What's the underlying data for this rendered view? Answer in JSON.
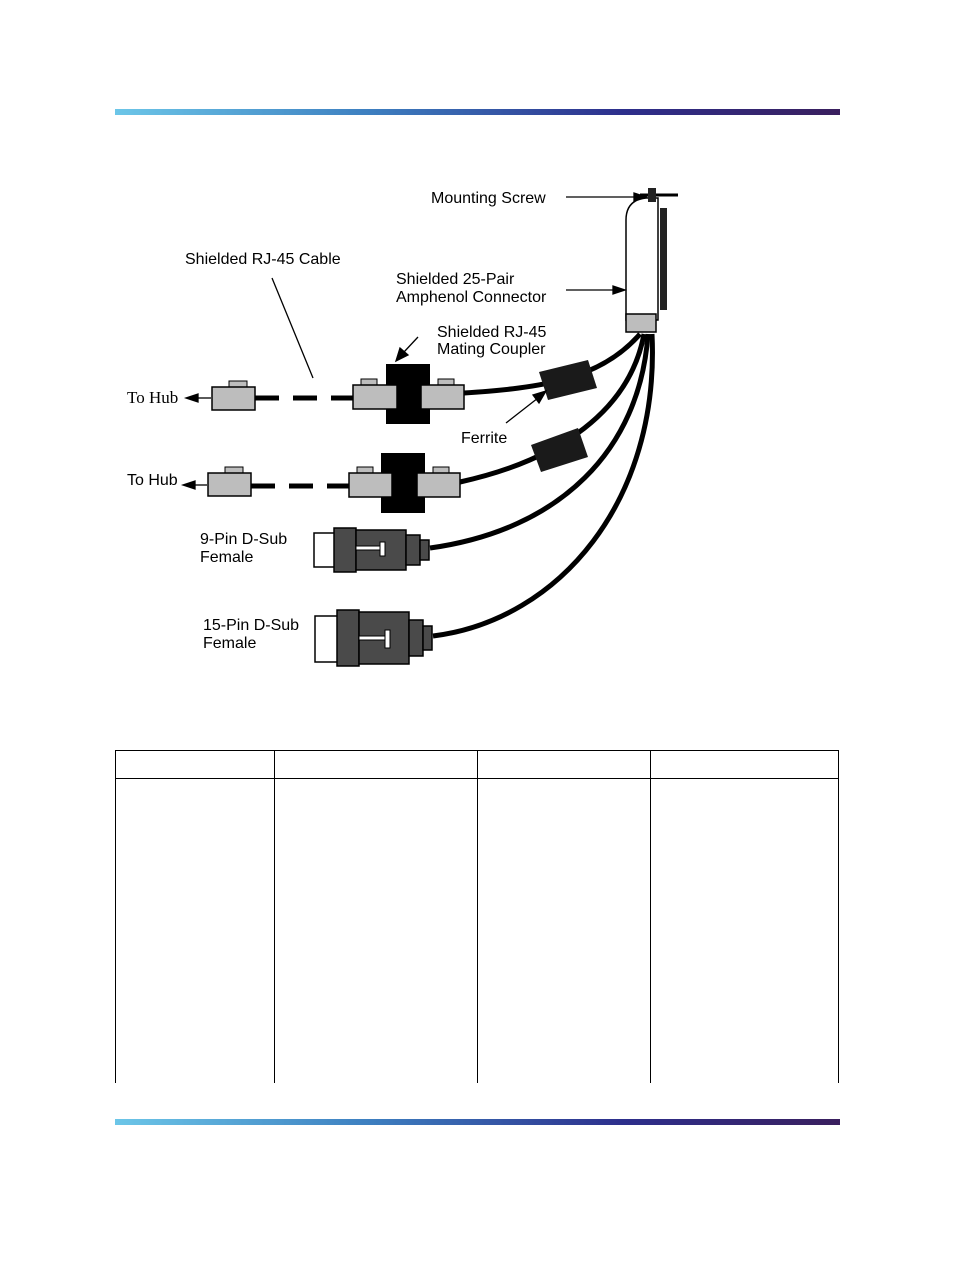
{
  "figure": {
    "labels": {
      "mounting_screw": "Mounting Screw",
      "rj45_cable": "Shielded RJ-45 Cable",
      "amphenol_line1": "Shielded 25-Pair",
      "amphenol_line2": "Amphenol Connector",
      "coupler_line1": "Shielded RJ-45",
      "coupler_line2": "Mating Coupler",
      "to_hub_1": "To Hub",
      "to_hub_2": "To Hub",
      "ferrite": "Ferrite",
      "dsub9_line1": "9-Pin D-Sub",
      "dsub9_line2": "Female",
      "dsub15_line1": "15-Pin D-Sub",
      "dsub15_line2": "Female"
    }
  },
  "table": {
    "headers": [
      "",
      "",
      "",
      ""
    ],
    "rows": [
      [
        "",
        "",
        "",
        ""
      ]
    ]
  },
  "colors": {
    "rule_start": "#6cc6e8",
    "rule_end": "#3a1f5e",
    "connector_gray": "#bdbdbd",
    "connector_dark": "#4a4a4a"
  }
}
